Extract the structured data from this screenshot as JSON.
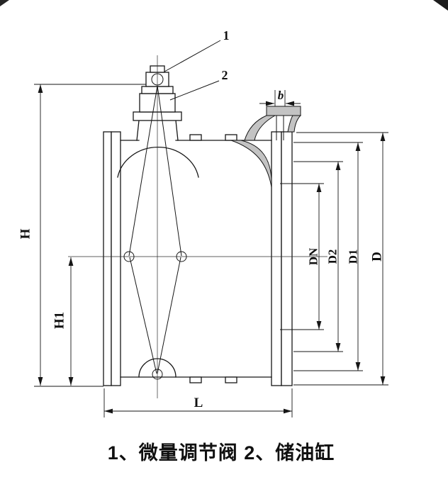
{
  "colors": {
    "ink": "#161616",
    "shade": "#c3c3c3",
    "background": "#ffffff"
  },
  "callouts": {
    "c1": "1",
    "c2": "2"
  },
  "dims": {
    "H": "H",
    "H1": "H1",
    "DN": "DN",
    "D2": "D2",
    "D1": "D1",
    "D": "D",
    "b": "b",
    "L": "L"
  },
  "caption": "1、微量调节阀  2、储油缸"
}
